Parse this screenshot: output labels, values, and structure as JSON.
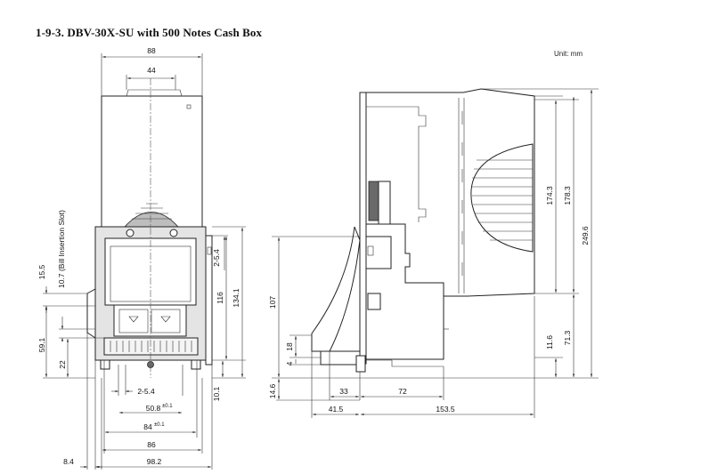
{
  "title": "1-9-3. DBV-30X-SU with 500 Notes Cash Box",
  "unit_label": "Unit: mm",
  "front_view": {
    "dim_width_total": "88",
    "dim_width_inner": "44",
    "dim_left_a": "15.5",
    "dim_left_b": "10.7 (Bill Insertion Slot)",
    "dim_left_c": "59.1",
    "dim_left_d": "22",
    "dim_right_a": "2-5.4",
    "dim_right_b": "116",
    "dim_right_c": "134.1",
    "dim_right_d": "10.1",
    "dim_bottom_a": "2-5.4",
    "dim_bottom_b": "50.8",
    "dim_bottom_b_tol": "±0.1",
    "dim_bottom_c": "84",
    "dim_bottom_c_tol": "±0.1",
    "dim_bottom_d": "86",
    "dim_bottom_e": "98.2",
    "dim_bottom_f": "8.4"
  },
  "side_view": {
    "dim_left_a": "107",
    "dim_left_b": "18",
    "dim_left_c": "4",
    "dim_left_d": "14.6",
    "dim_bottom_a": "33",
    "dim_bottom_b": "72",
    "dim_bottom_c": "41.5",
    "dim_bottom_d": "153.5",
    "dim_right_a": "174.3",
    "dim_right_b": "178.3",
    "dim_right_c": "249.6",
    "dim_right_d": "11.6",
    "dim_right_e": "71.3"
  }
}
